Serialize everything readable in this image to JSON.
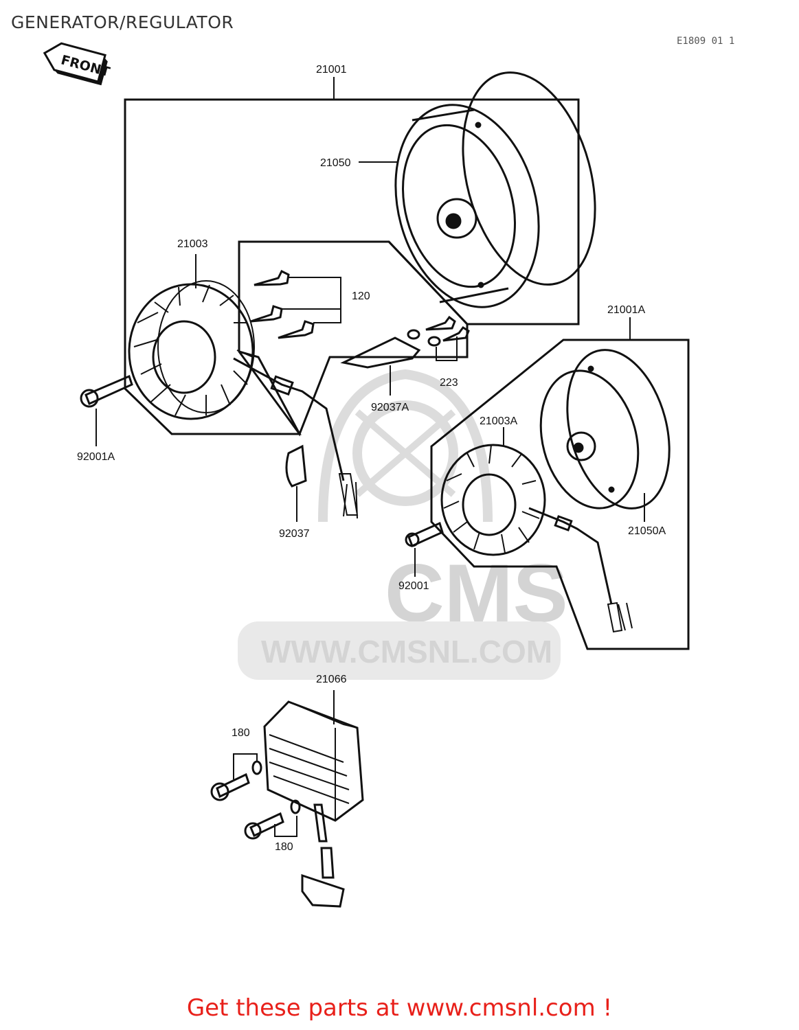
{
  "header": {
    "title": "GENERATOR/REGULATOR",
    "ref_code": "E1809 01 1"
  },
  "orientation": {
    "front_label": "FRONT"
  },
  "watermark": {
    "brand": "CMS",
    "url": "WWW.CMSNL.COM"
  },
  "parts": {
    "p21001": "21001",
    "p21050": "21050",
    "p21003": "21003",
    "p120": "120",
    "p223": "223",
    "p92037A": "92037A",
    "p92001A": "92001A",
    "p92037": "92037",
    "p21001A": "21001A",
    "p21003A": "21003A",
    "p21050A": "21050A",
    "p92001": "92001",
    "p21066": "21066",
    "p180a": "180",
    "p180b": "180"
  },
  "footer": {
    "cta": "Get these parts at www.cmsnl.com !"
  },
  "colors": {
    "line": "#111111",
    "watermark": "#d4d4d4",
    "footer_text": "#e8201a"
  }
}
